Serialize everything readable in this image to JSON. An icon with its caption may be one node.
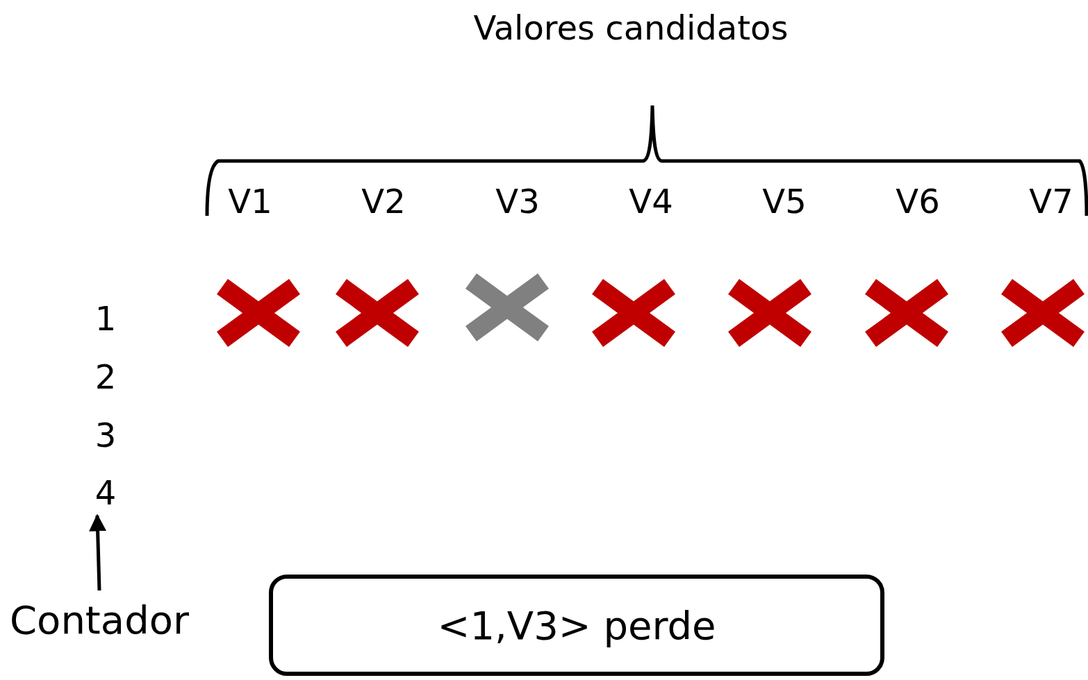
{
  "diagram": {
    "title": "Valores candidatos",
    "nodes": [
      {
        "text": [
          "4"
        ]
      },
      {
        "text": [
          "Contador"
        ]
      },
      {
        "text": [
          "<1,V3> perde"
        ]
      }
    ],
    "edges": [
      {
        "from": 1,
        "to": 0,
        "arrow": "to"
      }
    ],
    "labels": [
      "V1",
      "V2",
      "V3",
      "V4",
      "V5",
      "V6",
      "V7",
      "1",
      "2",
      "3"
    ]
  }
}
